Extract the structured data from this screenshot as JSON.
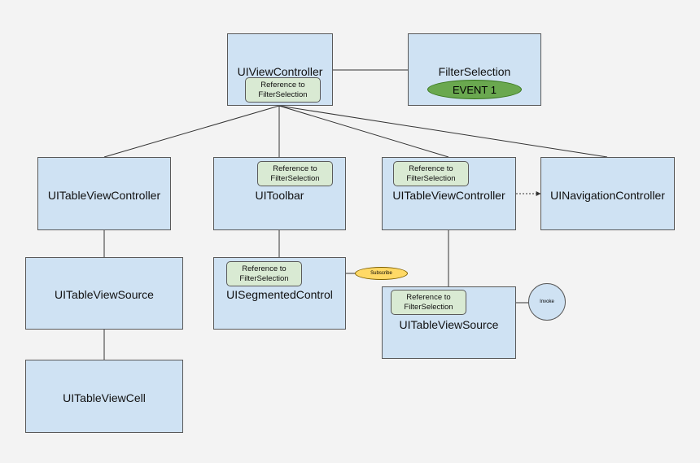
{
  "nodes": {
    "view_controller": {
      "label": "UIViewController",
      "ref": [
        "Reference to",
        "FilterSelection"
      ]
    },
    "filter_selection": {
      "label": "FilterSelection",
      "event": "EVENT 1"
    },
    "table_view_controller_left": {
      "label": "UITableViewController"
    },
    "toolbar": {
      "label": "UIToolbar",
      "ref": [
        "Reference to",
        "FilterSelection"
      ]
    },
    "table_view_controller_right": {
      "label": "UITableViewController",
      "ref": [
        "Reference to",
        "FilterSelection"
      ]
    },
    "navigation_controller": {
      "label": "UINavigationController"
    },
    "table_view_source_left": {
      "label": "UITableViewSource"
    },
    "segmented_control": {
      "label": "UISegmentedControl",
      "ref": [
        "Reference to",
        "FilterSelection"
      ]
    },
    "table_view_source_right": {
      "label": "UITableViewSource",
      "ref": [
        "Reference to",
        "FilterSelection"
      ]
    },
    "table_view_cell": {
      "label": "UITableViewCell"
    }
  },
  "actions": {
    "subscribe": "Subscribe",
    "invoke": "Invoke"
  },
  "colors": {
    "background": "#f3f3f3",
    "box_fill": "#cfe2f3",
    "ref_fill": "#d9ead3",
    "event_fill": "#6aa84f",
    "subscribe_fill": "#ffd966",
    "line": "#333333"
  }
}
